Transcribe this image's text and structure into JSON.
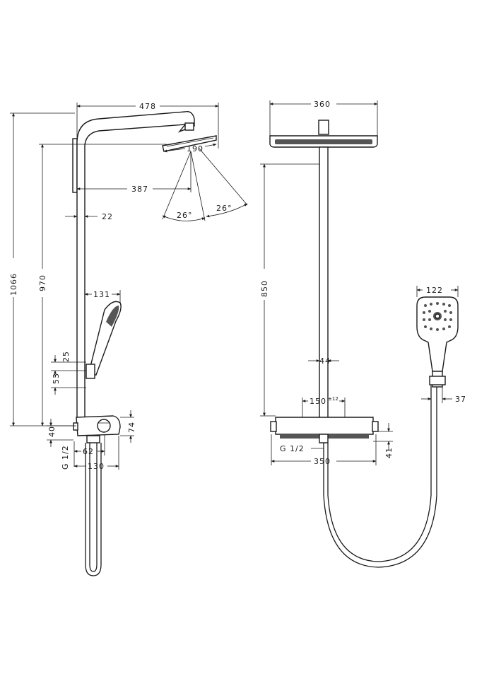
{
  "side_view": {
    "width_total": "478",
    "height_total": "1066",
    "height_head": "970",
    "head_angle_width": "190",
    "head_reach": "387",
    "wall_gap": "22",
    "spray_angle_left": "26°",
    "spray_angle_right": "26°",
    "hand_shower_reach": "131",
    "holder_offset": "25",
    "holder_spacing": "53",
    "thermostat_height": "74",
    "inlet_offset": "40",
    "inlet_thread": "G 1/2",
    "thermostat_depth": "62",
    "base_depth": "130"
  },
  "front_view": {
    "head_width": "360",
    "rail_length": "850",
    "rail_diameter": "44",
    "connection_spacing": "150",
    "connection_tolerance": "±12",
    "inlet_thread": "G 1/2",
    "thermostat_width": "350",
    "thermostat_height": "41"
  },
  "hand_shower": {
    "head_width": "122",
    "holder_width": "37"
  }
}
